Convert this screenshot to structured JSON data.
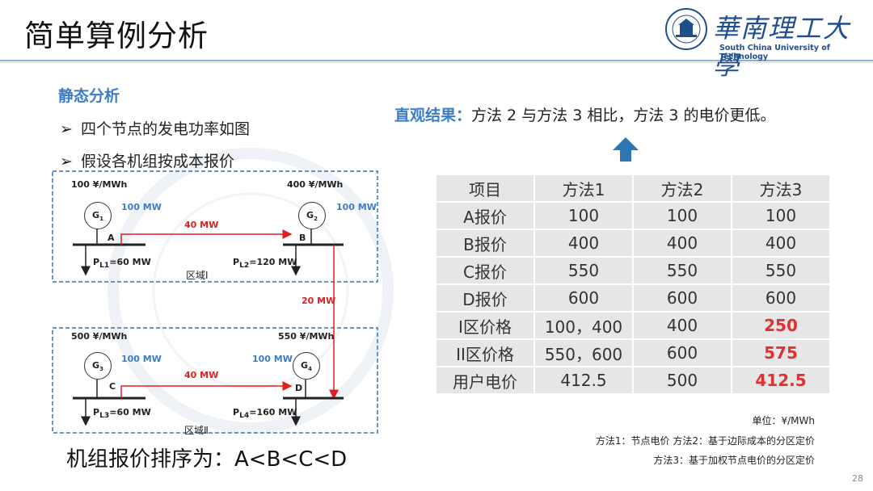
{
  "header": {
    "title": "简单算例分析",
    "logo_cn": "華南理工大學",
    "logo_en": "South China University of Technology"
  },
  "left": {
    "section_heading": "静态分析",
    "bullets": [
      "四个节点的发电功率如图",
      "假设各机组按成本报价"
    ],
    "summary": "机组报价排序为：A<B<C<D"
  },
  "diagram": {
    "region1": {
      "zone_label": "区域Ⅰ",
      "g1_price": "100 ¥/MWh",
      "g1_output": "100 MW",
      "g2_price": "400 ¥/MWh",
      "g2_output": "100 MW",
      "node_a": "A",
      "node_b": "B",
      "flow_ab": "40 MW",
      "load_a": "P<sub>L1</sub>=60 MW",
      "load_b": "P<sub>L2</sub>=120 MW"
    },
    "region2": {
      "zone_label": "区域Ⅱ",
      "g3_price": "500 ¥/MWh",
      "g3_output": "100 MW",
      "g4_price": "550 ¥/MWh",
      "g4_output": "100 MW",
      "node_c": "C",
      "node_d": "D",
      "flow_cd": "40 MW",
      "load_c": "P<sub>L3</sub>=60 MW",
      "load_d": "P<sub>L4</sub>=160 MW"
    },
    "tie_flow": "20 MW",
    "generators": [
      "G<sub>1</sub>",
      "G<sub>2</sub>",
      "G<sub>3</sub>",
      "G<sub>4</sub>"
    ],
    "colors": {
      "border": "#2e75b6",
      "flow": "#e02020",
      "bus": "#222222"
    }
  },
  "right": {
    "result_label": "直观结果：",
    "result_text": "方法 2 与方法 3 相比，方法 3 的电价更低。",
    "table": {
      "headers": [
        "项目",
        "方法1",
        "方法2",
        "方法3"
      ],
      "rows": [
        [
          "A报价",
          "100",
          "100",
          "100"
        ],
        [
          "B报价",
          "400",
          "400",
          "400"
        ],
        [
          "C报价",
          "550",
          "550",
          "550"
        ],
        [
          "D报价",
          "600",
          "600",
          "600"
        ],
        [
          "I区价格",
          "100，400",
          "400",
          "250"
        ],
        [
          "II区价格",
          "550，600",
          "600",
          "575"
        ],
        [
          "用户电价",
          "412.5",
          "500",
          "412.5"
        ]
      ],
      "highlight_color": "#e03030"
    },
    "notes": {
      "unit": "单位：¥/MWh",
      "methods_line1": "方法1：节点电价 方法2：基于边际成本的分区定价",
      "methods_line2": "方法3：基于加权节点电价的分区定价"
    }
  },
  "footer": {
    "page_number": "28"
  }
}
